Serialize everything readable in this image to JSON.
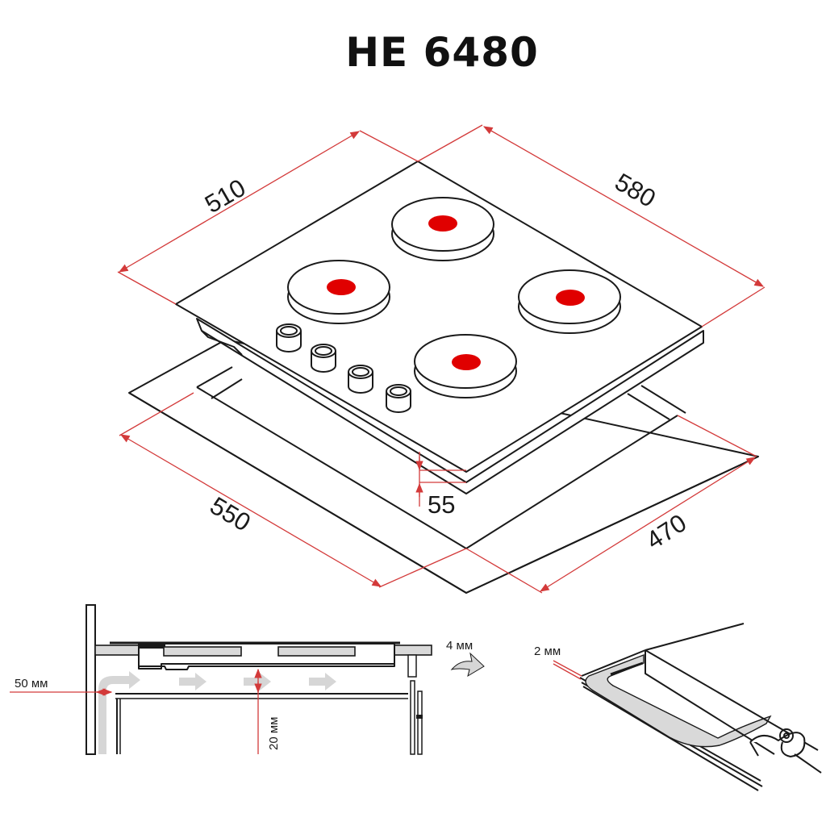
{
  "title": "HE 6480",
  "colors": {
    "dimension_line": "#d33a3a",
    "hotplate_center": "#e00000",
    "airflow_arrow": "#d6d6d6",
    "line": "#1a1a1a"
  },
  "top_view": {
    "dimensions": {
      "hob_width": "510",
      "hob_depth": "580",
      "cutout_width": "550",
      "cutout_depth": "470",
      "hob_height": "55"
    },
    "hotplates": 4,
    "control_knobs": 4
  },
  "side_view": {
    "labels": {
      "wall_gap": "50 мм",
      "air_gap": "20 мм",
      "front_gap": "4 мм"
    }
  },
  "seal_detail": {
    "labels": {
      "seal_thickness": "2 мм"
    }
  }
}
